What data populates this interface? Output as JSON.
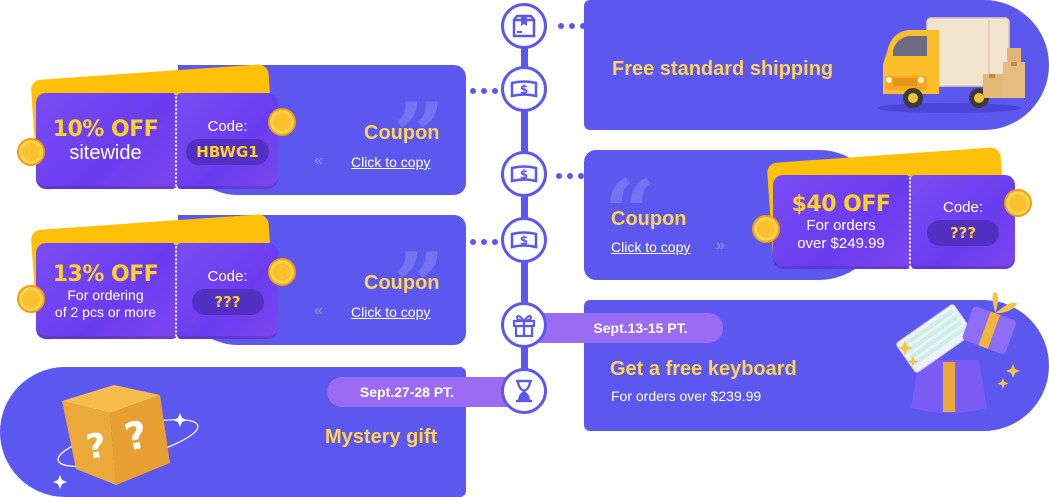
{
  "timeline": {
    "nodes": [
      {
        "icon": "package-box-icon"
      },
      {
        "icon": "dollar-bill-icon"
      },
      {
        "icon": "dollar-bill-icon"
      },
      {
        "icon": "dollar-bill-icon"
      },
      {
        "icon": "gift-icon"
      },
      {
        "icon": "hourglass-icon"
      }
    ]
  },
  "shipping": {
    "title": "Free standard shipping",
    "illustration": "delivery-truck"
  },
  "coupons": [
    {
      "discount": "10% OFF",
      "condition": "sitewide",
      "code_label": "Code:",
      "code": "HBWG1",
      "title": "Coupon",
      "action": "Click to copy",
      "chevron": "«"
    },
    {
      "discount": "$40 OFF",
      "condition_line1": "For orders",
      "condition_line2": "over $249.99",
      "code_label": "Code:",
      "code": "???",
      "title": "Coupon",
      "action": "Click to copy",
      "chevron": "»"
    },
    {
      "discount": "13% OFF",
      "condition_line1": "For ordering",
      "condition_line2": "of 2 pcs or more",
      "code_label": "Code:",
      "code": "???",
      "title": "Coupon",
      "action": "Click to copy",
      "chevron": "«"
    }
  ],
  "keyboard": {
    "date": "Sept.13-15 PT.",
    "title": "Get a free keyboard",
    "subtitle": "For orders over $239.99"
  },
  "mystery": {
    "date": "Sept.27-28 PT.",
    "title": "Mystery gift"
  },
  "colors": {
    "primary": "#5b57ef",
    "accent_yellow": "#ffd455",
    "date_pill": "#9b6cf2",
    "ticket_back": "#ffc107"
  }
}
